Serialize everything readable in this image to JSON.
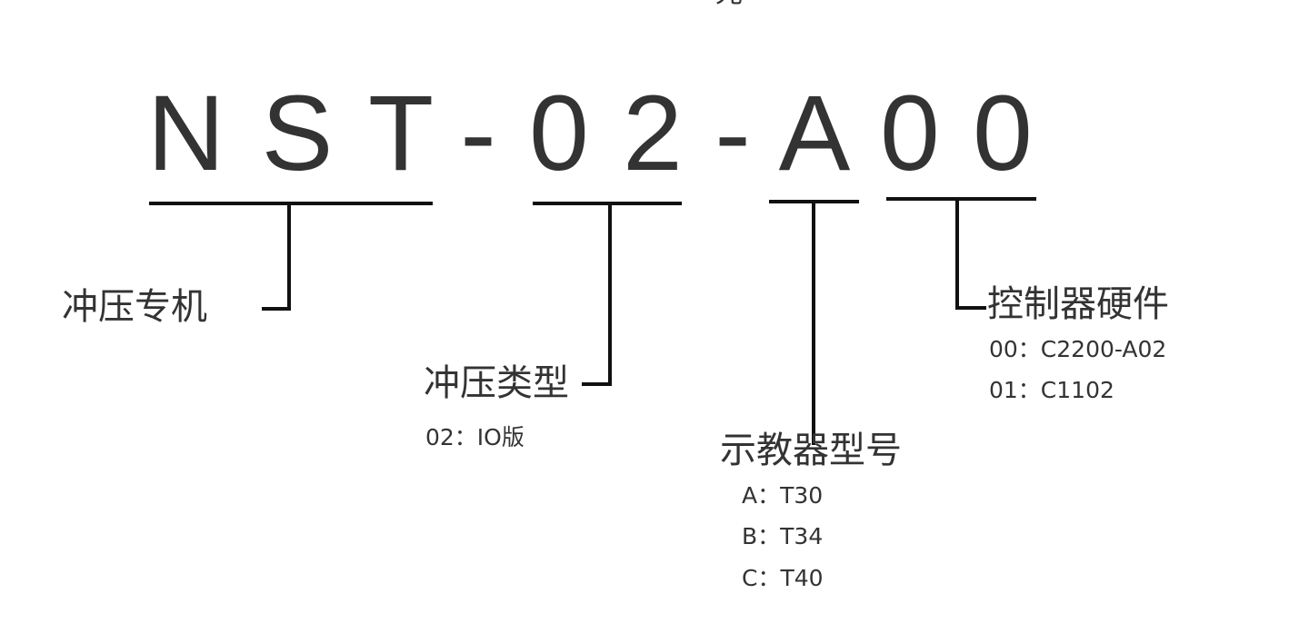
{
  "top_fragment": "光",
  "model_code": {
    "chars": [
      "N",
      "S",
      "T",
      "-",
      "0",
      "2",
      "-",
      "A",
      "0",
      "0"
    ]
  },
  "groups": {
    "machine": {
      "title": "冲压专机"
    },
    "stamp_type": {
      "title": "冲压类型",
      "options": [
        "02：IO版"
      ]
    },
    "pendant": {
      "title": "示教器型号",
      "options": [
        "A：T30",
        "B：T34",
        "C：T40"
      ]
    },
    "controller": {
      "title": "控制器硬件",
      "options": [
        "00：C2200-A02",
        "01：C1102"
      ]
    }
  }
}
